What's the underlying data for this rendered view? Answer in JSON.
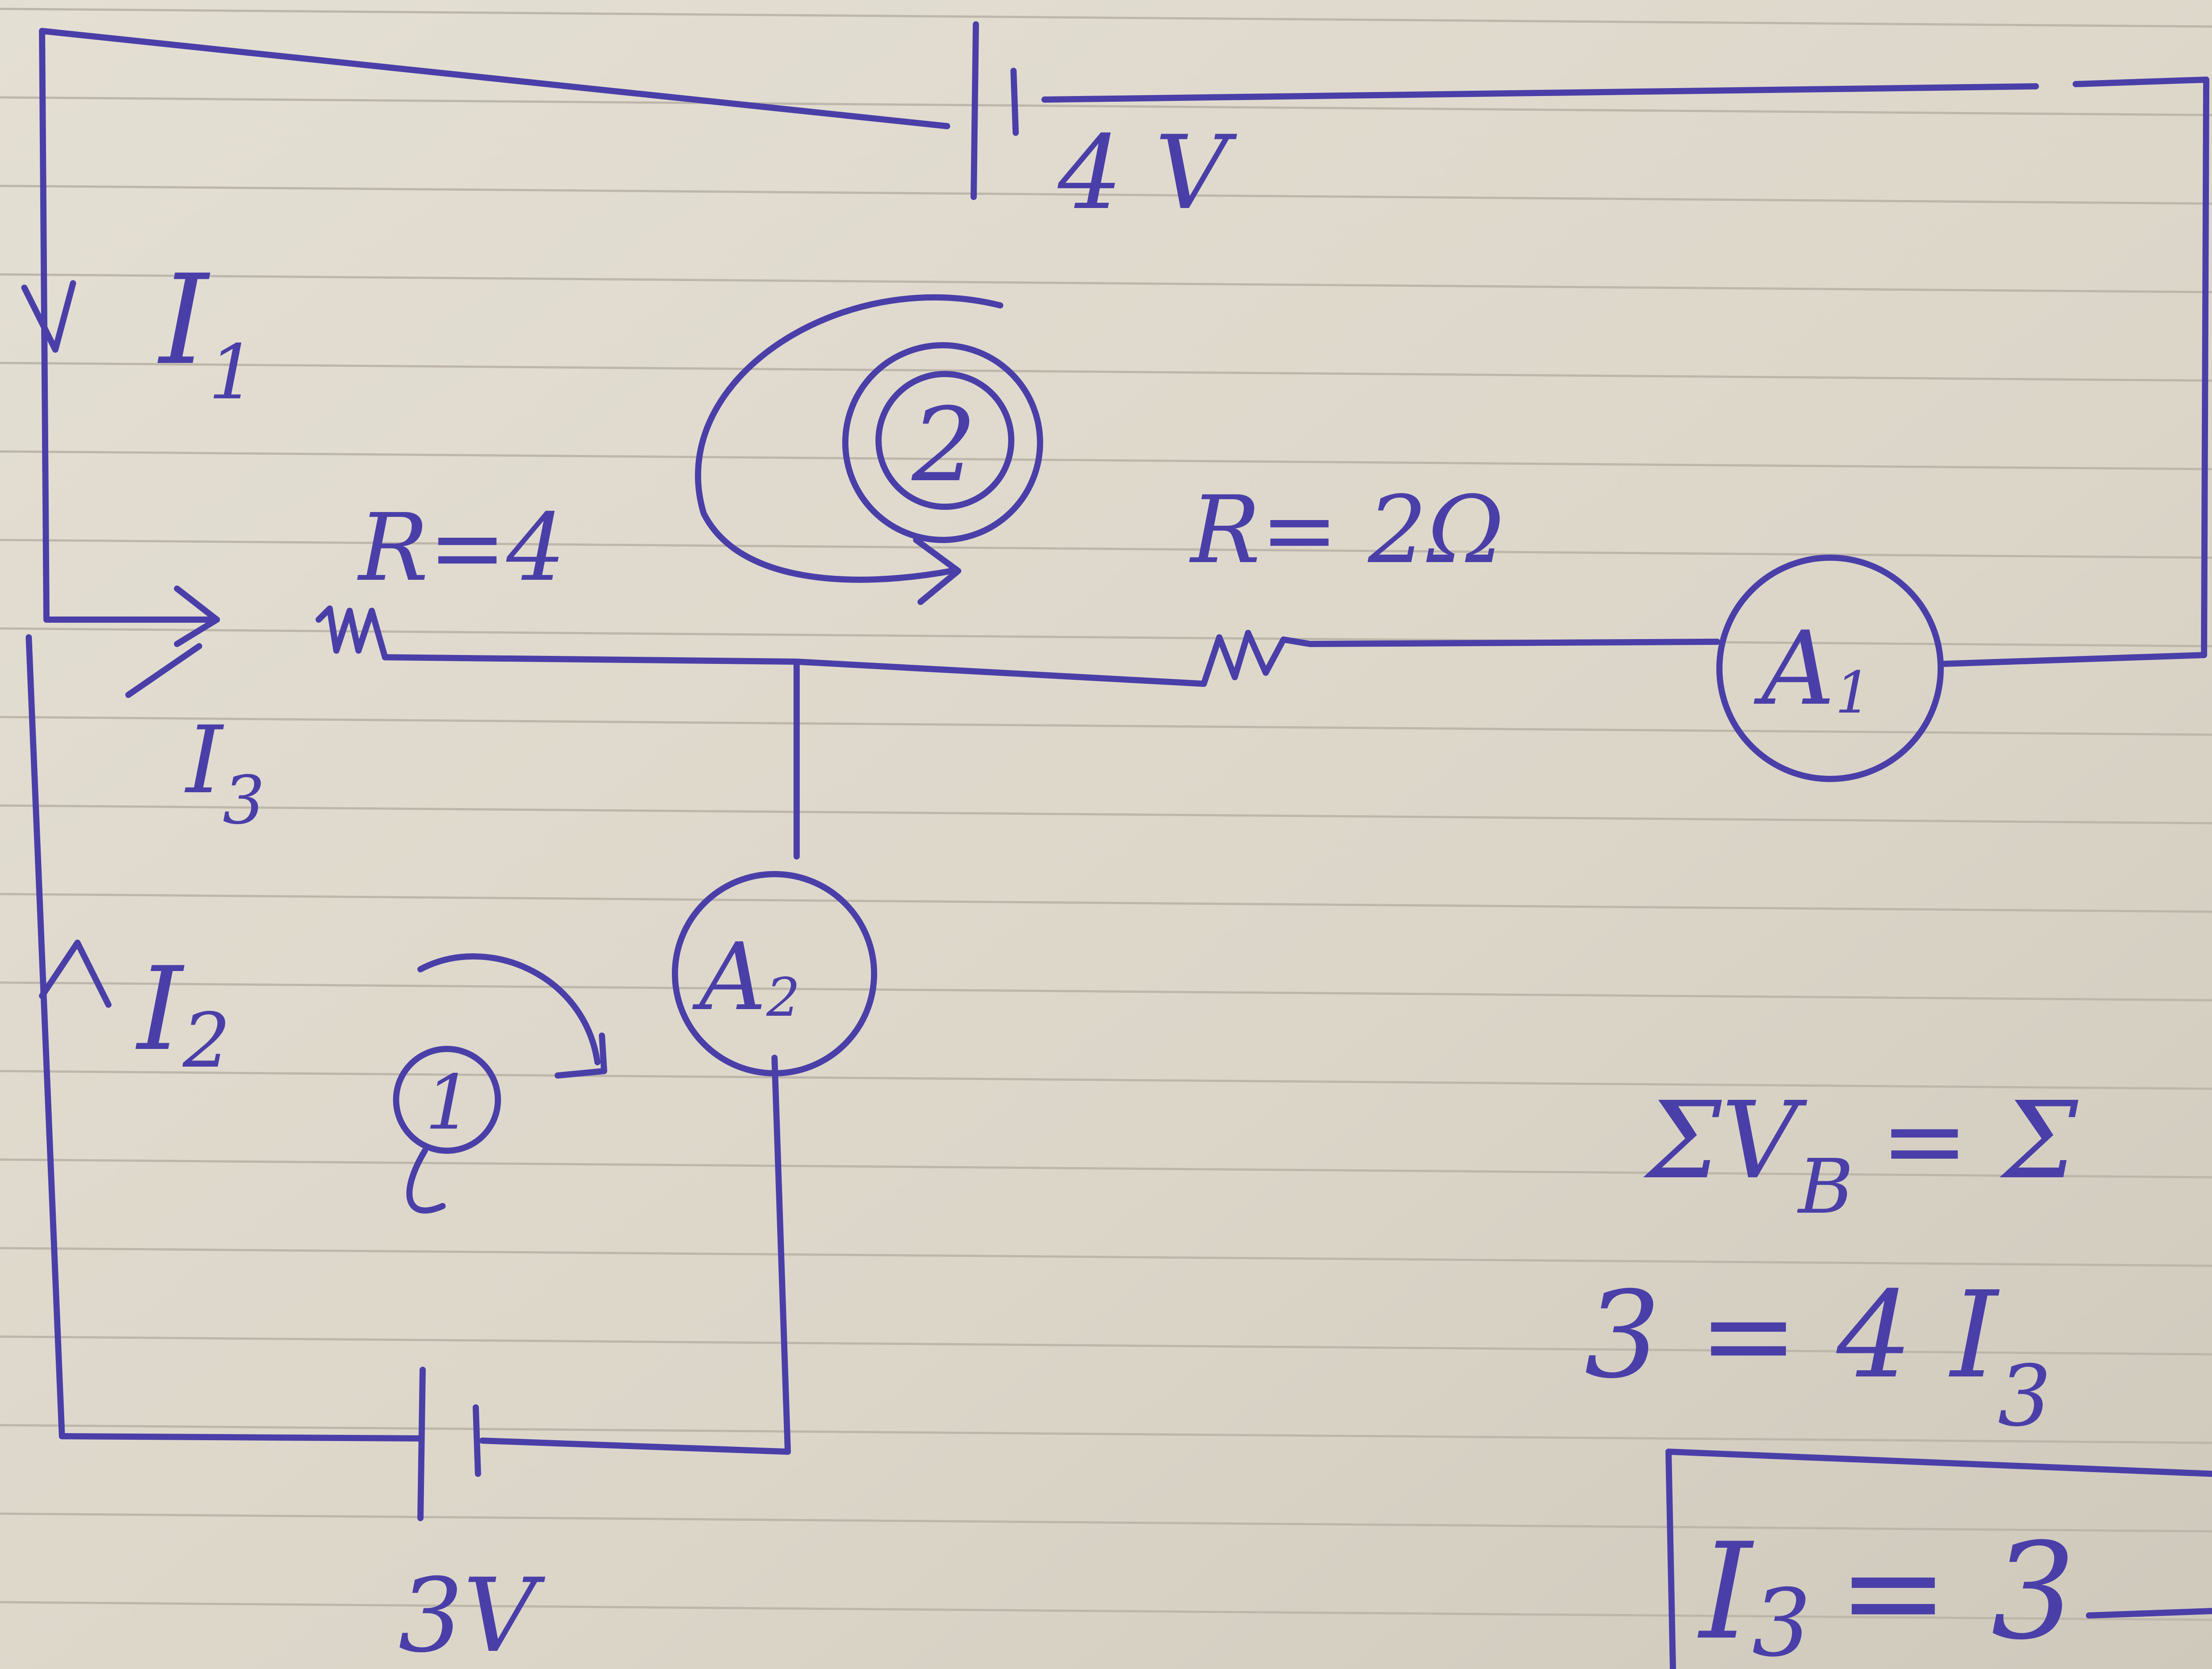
{
  "battery_top": {
    "label": "4 V"
  },
  "battery_bottom": {
    "label": "3V"
  },
  "resistor_left": {
    "label": "R=4"
  },
  "resistor_right": {
    "label": "R= 2Ω"
  },
  "ammeter_1": {
    "label": "A",
    "sub": "1"
  },
  "ammeter_2": {
    "label": "A",
    "sub": "2"
  },
  "loop_1": {
    "label": "1"
  },
  "loop_2": {
    "label": "2"
  },
  "currents": {
    "i1": {
      "label": "I",
      "sub": "1"
    },
    "i2": {
      "label": "I",
      "sub": "2"
    },
    "i3": {
      "label": "I",
      "sub": "3"
    }
  },
  "equations": {
    "kvl": "ΣV",
    "kvl_sub": "B",
    "kvl_rhs": "= Σ",
    "eq1": "3 = 4 I",
    "eq1_sub": "3",
    "boxed_lhs": "I",
    "boxed_sub": "3",
    "boxed_rhs": "= 3"
  },
  "colors": {
    "paper": "#ddd8cb",
    "ink": "#4a3fa8",
    "rule": "#bdb6aa"
  }
}
